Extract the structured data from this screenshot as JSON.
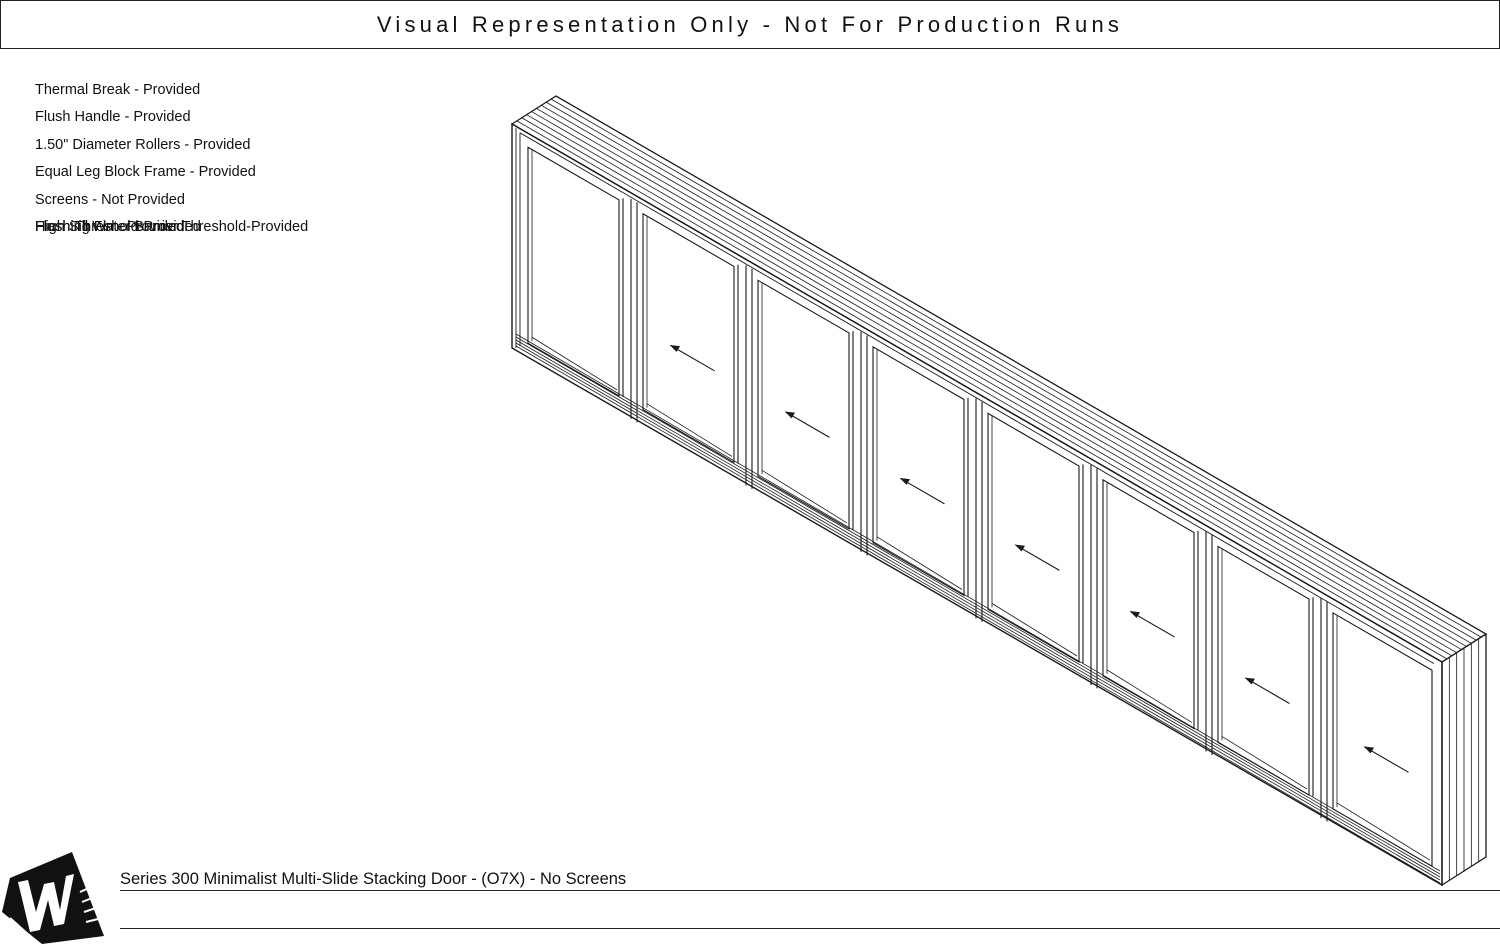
{
  "banner": {
    "text": "Visual Representation Only - Not For Production Runs"
  },
  "features": [
    "Thermal Break - Provided",
    "Flush Handle - Provided",
    "1.50\" Diameter Rollers - Provided",
    "Equal Leg Block Frame - Provided",
    "Screens - Not Provided"
  ],
  "overlapping_features": [
    "Flush Threshold-Provided",
    "High Sill Water Barrier Threshold-Provided",
    "Flashing Fin - Provided"
  ],
  "product": {
    "title": "Series 300 Minimalist Multi-Slide Stacking Door - (O7X) - No Screens"
  },
  "drawing": {
    "panel_count": 8,
    "arrow_direction": "left",
    "line_color": "#1a1a1a",
    "brand_icon": "w-logo-icon"
  }
}
